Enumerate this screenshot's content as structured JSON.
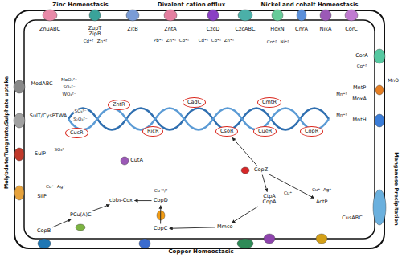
{
  "diagram": {
    "nodes": [
      {
        "text": [
          "ZntR"
        ]
      },
      {
        "text": [
          "CadC"
        ]
      },
      {
        "text": [
          "CmtR"
        ]
      },
      {
        "text": [
          "CusR"
        ]
      },
      {
        "text": [
          "RicR"
        ]
      },
      {
        "text": [
          "CsoR"
        ]
      },
      {
        "text": [
          "CueR"
        ]
      },
      {
        "text": [
          "CopR"
        ]
      },
      {
        "text": [
          "CopZ"
        ]
      },
      {
        "text": [
          "CtpA CopA"
        ]
      },
      {
        "text": [
          "ActP"
        ]
      },
      {
        "text": [
          "Mmco"
        ]
      },
      {
        "text": [
          "CopC"
        ]
      },
      {
        "text": [
          "CopD"
        ]
      },
      {
        "text": [
          "cbb₃-Cox"
        ]
      },
      {
        "text": [
          "PCu(A)C"
        ]
      },
      {
        "text": [
          "CopB"
        ]
      }
    ],
    "edges": [
      {
        "from": 8,
        "to": 9,
        "arrow": "to"
      },
      {
        "from": 8,
        "to": 10,
        "arrow": "to"
      },
      {
        "from": 8,
        "to": 5,
        "arrow": "to"
      },
      {
        "from": 9,
        "to": 11,
        "arrow": "to"
      },
      {
        "from": 11,
        "to": 12,
        "arrow": "to"
      },
      {
        "from": 12,
        "to": 13,
        "arrow": "to"
      },
      {
        "from": 13,
        "to": 14,
        "arrow": "to"
      },
      {
        "from": 15,
        "to": 14,
        "arrow": "to"
      },
      {
        "from": 16,
        "to": 15,
        "arrow": "to"
      }
    ],
    "labels": [
      "Zinc Homeostasis",
      "Divalent cation efflux",
      "Nickel and cobalt Homeostasis",
      "ZnuABC",
      "ZupT",
      "ZipB",
      "ZitB",
      "ZntA",
      "CzcD",
      "CzcABC",
      "HoxN",
      "NikA",
      "CnrA",
      "CorC",
      "CorA",
      "Cd⁺²",
      "Zn⁺²",
      "Pb⁺²",
      "Zn⁺²",
      "Co⁺²",
      "Cd⁺²",
      "Co⁺²",
      "Zn⁺²",
      "Co⁺²",
      "Ni⁺²",
      "Co⁺²",
      "Molybdate/Tungstate/Sulphate uptake",
      "ModABC",
      "MoO₄²⁻",
      "SO₄²⁻",
      "WO₄²⁻",
      "SulT/CysPTWA",
      "SO₄²⁻",
      "S₂O₃²⁻",
      "SulP",
      "SO₄²⁻",
      "MntP",
      "Mn⁺²",
      "MnO",
      "MoxA",
      "Mn⁺²",
      "MntH",
      "Manganese Precipitation",
      "CutA",
      "SilP",
      "Cu⁺",
      "Ag⁺",
      "Cu⁺¹/²",
      "Cu⁺",
      "Cu⁺",
      "Ag⁺",
      "CusABC",
      "Copper Homeostasis"
    ]
  }
}
